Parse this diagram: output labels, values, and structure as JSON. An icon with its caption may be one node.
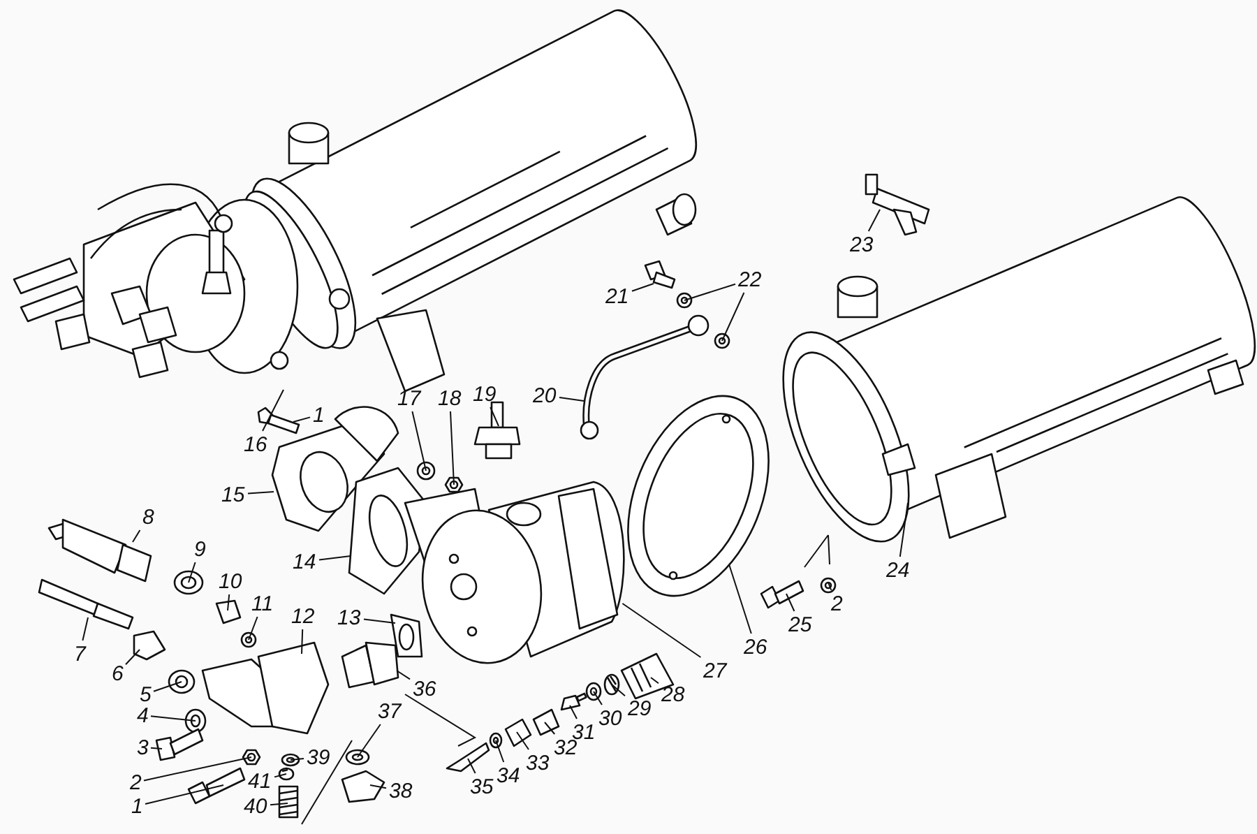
{
  "diagram": {
    "nodes": [
      {
        "text": [
          "23"
        ]
      },
      {
        "text": [
          "21"
        ]
      },
      {
        "text": [
          "22"
        ]
      },
      {
        "text": [
          "16"
        ]
      },
      {
        "text": [
          "1"
        ]
      },
      {
        "text": [
          "17"
        ]
      },
      {
        "text": [
          "18"
        ]
      },
      {
        "text": [
          "19"
        ]
      },
      {
        "text": [
          "20"
        ]
      },
      {
        "text": [
          "15"
        ]
      },
      {
        "text": [
          "8"
        ]
      },
      {
        "text": [
          "14"
        ]
      },
      {
        "text": [
          "24"
        ]
      },
      {
        "text": [
          "9"
        ]
      },
      {
        "text": [
          "10"
        ]
      },
      {
        "text": [
          "11"
        ]
      },
      {
        "text": [
          "12"
        ]
      },
      {
        "text": [
          "13"
        ]
      },
      {
        "text": [
          "2"
        ]
      },
      {
        "text": [
          "25"
        ]
      },
      {
        "text": [
          "26"
        ]
      },
      {
        "text": [
          "7"
        ]
      },
      {
        "text": [
          "6"
        ]
      },
      {
        "text": [
          "27"
        ]
      },
      {
        "text": [
          "36"
        ]
      },
      {
        "text": [
          "5"
        ]
      },
      {
        "text": [
          "28"
        ]
      },
      {
        "text": [
          "29"
        ]
      },
      {
        "text": [
          "37"
        ]
      },
      {
        "text": [
          "4"
        ]
      },
      {
        "text": [
          "30"
        ]
      },
      {
        "text": [
          "31"
        ]
      },
      {
        "text": [
          "3"
        ]
      },
      {
        "text": [
          "32"
        ]
      },
      {
        "text": [
          "39"
        ]
      },
      {
        "text": [
          "33"
        ]
      },
      {
        "text": [
          "34"
        ]
      },
      {
        "text": [
          "2"
        ]
      },
      {
        "text": [
          "41"
        ]
      },
      {
        "text": [
          "35"
        ]
      },
      {
        "text": [
          "38"
        ]
      },
      {
        "text": [
          "40"
        ]
      },
      {
        "text": [
          "1"
        ]
      },
      {
        "text": [],
        "shape": "picture"
      },
      {
        "text": [],
        "shape": "picture"
      },
      {
        "text": [],
        "shape": "picture"
      },
      {
        "text": [],
        "shape": "picture"
      },
      {
        "text": [],
        "shape": "picture"
      },
      {
        "text": [],
        "shape": "picture"
      },
      {
        "text": [],
        "shape": "picture"
      },
      {
        "text": [],
        "shape": "picture"
      },
      {
        "text": [],
        "shape": "picture"
      },
      {
        "text": [],
        "shape": "picture"
      },
      {
        "text": [],
        "shape": "picture"
      },
      {
        "text": [],
        "shape": "picture"
      },
      {
        "text": [],
        "shape": "picture"
      },
      {
        "text": [],
        "shape": "picture"
      },
      {
        "text": [],
        "shape": "picture"
      },
      {
        "text": [],
        "shape": "picture"
      },
      {
        "text": [],
        "shape": "picture"
      },
      {
        "text": [],
        "shape": "picture"
      },
      {
        "text": [],
        "shape": "picture"
      },
      {
        "text": [],
        "shape": "picture"
      },
      {
        "text": [],
        "shape": "picture"
      },
      {
        "text": [],
        "shape": "picture"
      },
      {
        "text": [],
        "shape": "picture"
      },
      {
        "text": [],
        "shape": "picture"
      },
      {
        "text": [],
        "shape": "picture"
      },
      {
        "text": [],
        "shape": "picture"
      },
      {
        "text": [],
        "shape": "picture"
      },
      {
        "text": [],
        "shape": "picture"
      },
      {
        "text": [],
        "shape": "picture"
      },
      {
        "text": [],
        "shape": "picture"
      },
      {
        "text": [],
        "shape": "picture"
      },
      {
        "text": [],
        "shape": "picture"
      },
      {
        "text": [],
        "shape": "picture"
      },
      {
        "text": [],
        "shape": "picture"
      },
      {
        "text": [],
        "shape": "picture"
      },
      {
        "text": [],
        "shape": "picture"
      },
      {
        "text": [],
        "shape": "picture"
      },
      {
        "text": [],
        "shape": "picture"
      },
      {
        "text": [],
        "shape": "picture"
      },
      {
        "text": [],
        "shape": "picture"
      },
      {
        "text": [],
        "shape": "picture"
      },
      {
        "text": [],
        "shape": "picture"
      },
      {
        "text": [],
        "shape": "picture"
      },
      {
        "text": [],
        "shape": "picture"
      }
    ],
    "edges": [
      {
        "from": 0,
        "to": 43,
        "arrow": "none"
      },
      {
        "from": 1,
        "to": 44,
        "arrow": "none"
      },
      {
        "from": 2,
        "to": 45,
        "arrow": "none"
      },
      {
        "from": 2,
        "to": 46,
        "arrow": "none"
      },
      {
        "from": 3,
        "to": 47,
        "arrow": "none"
      },
      {
        "from": 4,
        "to": 48,
        "arrow": "none"
      },
      {
        "from": 5,
        "to": 49,
        "arrow": "none"
      },
      {
        "from": 6,
        "to": 50,
        "arrow": "none"
      },
      {
        "from": 7,
        "to": 51,
        "arrow": "none"
      },
      {
        "from": 8,
        "to": 52,
        "arrow": "none"
      },
      {
        "from": 9,
        "to": 53,
        "arrow": "none"
      },
      {
        "from": 10,
        "to": 54,
        "arrow": "none"
      },
      {
        "from": 11,
        "to": 55,
        "arrow": "none"
      },
      {
        "from": 12,
        "to": 56,
        "arrow": "none"
      },
      {
        "from": 13,
        "to": 57,
        "arrow": "none"
      },
      {
        "from": 14,
        "to": 58,
        "arrow": "none"
      },
      {
        "from": 15,
        "to": 59,
        "arrow": "none"
      },
      {
        "from": 16,
        "to": 60,
        "arrow": "none"
      },
      {
        "from": 17,
        "to": 61,
        "arrow": "none"
      },
      {
        "from": 18,
        "to": 62,
        "arrow": "none"
      },
      {
        "from": 19,
        "to": 63,
        "arrow": "none"
      },
      {
        "from": 20,
        "to": 64,
        "arrow": "none"
      },
      {
        "from": 21,
        "to": 65,
        "arrow": "none"
      },
      {
        "from": 22,
        "to": 66,
        "arrow": "none"
      },
      {
        "from": 23,
        "to": 67,
        "arrow": "none"
      },
      {
        "from": 24,
        "to": 68,
        "arrow": "none"
      },
      {
        "from": 25,
        "to": 69,
        "arrow": "none"
      },
      {
        "from": 26,
        "to": 70,
        "arrow": "none"
      },
      {
        "from": 27,
        "to": 71,
        "arrow": "none"
      },
      {
        "from": 28,
        "to": 72,
        "arrow": "none"
      },
      {
        "from": 29,
        "to": 73,
        "arrow": "none"
      },
      {
        "from": 30,
        "to": 74,
        "arrow": "none"
      },
      {
        "from": 31,
        "to": 75,
        "arrow": "none"
      },
      {
        "from": 32,
        "to": 76,
        "arrow": "none"
      },
      {
        "from": 33,
        "to": 77,
        "arrow": "none"
      },
      {
        "from": 34,
        "to": 78,
        "arrow": "none"
      },
      {
        "from": 35,
        "to": 79,
        "arrow": "none"
      },
      {
        "from": 36,
        "to": 80,
        "arrow": "none"
      },
      {
        "from": 37,
        "to": 81,
        "arrow": "none"
      },
      {
        "from": 38,
        "to": 82,
        "arrow": "none"
      },
      {
        "from": 39,
        "to": 83,
        "arrow": "none"
      },
      {
        "from": 40,
        "to": 84,
        "arrow": "none"
      },
      {
        "from": 41,
        "to": 85,
        "arrow": "none"
      },
      {
        "from": 42,
        "to": 86,
        "arrow": "none"
      }
    ]
  }
}
